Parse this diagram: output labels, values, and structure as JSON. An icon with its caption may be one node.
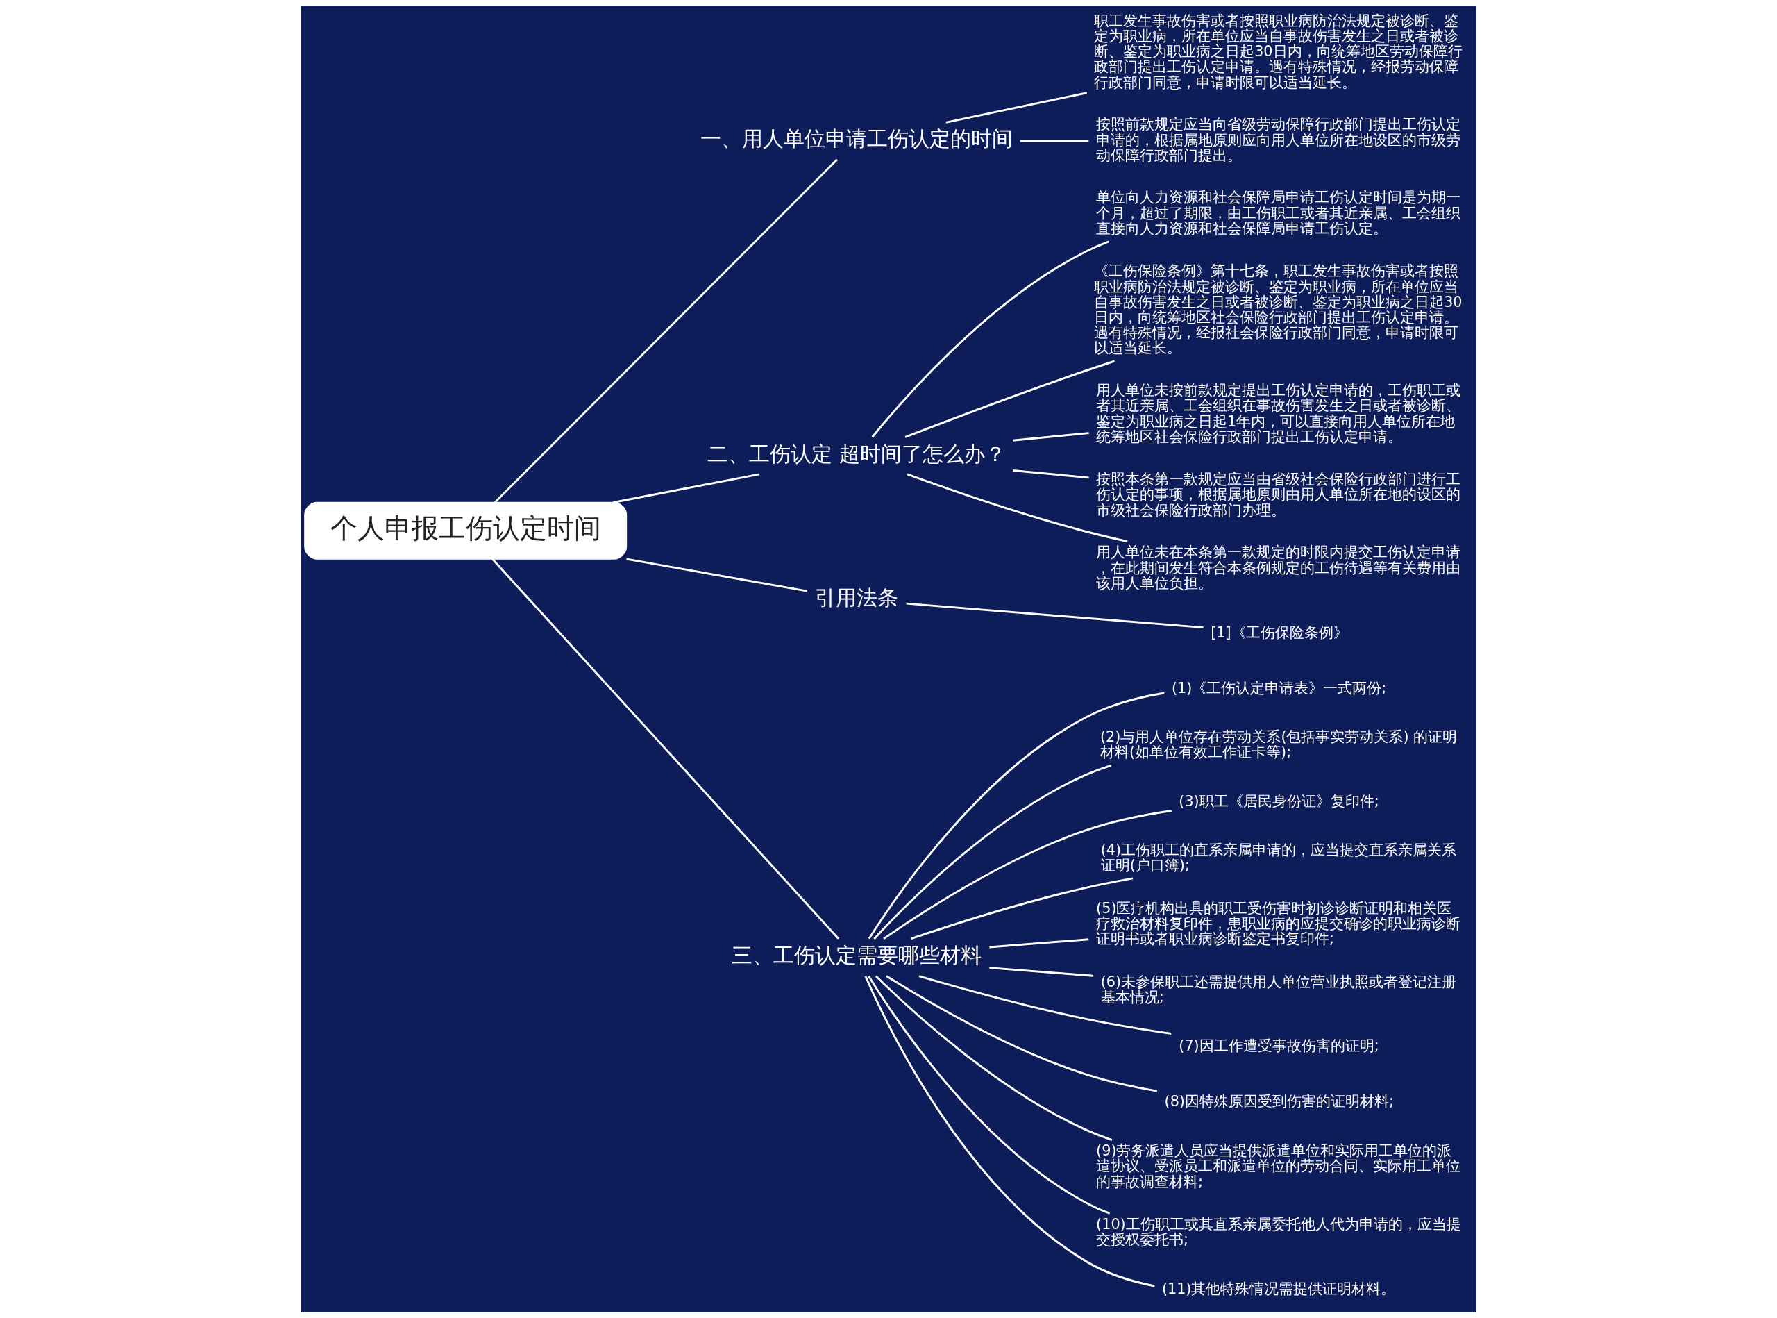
{
  "diagram": {
    "nodes": [
      {
        "text": [
          "个人申报工伤认定时间"
        ]
      },
      {
        "text": [
          "一、用人单位申请工伤认定的时间"
        ]
      },
      {
        "text": [
          "职工发生事故伤害或者按照职业病防治法规定被诊断、鉴定为职业病，所在单位应当自事故伤害发生之日或者被诊断、鉴定为职业病之日起30日内，向统筹地区劳动保障行政部门提出工伤认定申请。遇有特殊情况，经报劳动保障行政部门同意，申请时限可以适当延长。"
        ]
      },
      {
        "text": [
          "按照前款规定应当向省级劳动保障行政部门提出工伤认定申请的，根据属地原则应向用人单位所在地设区的市级劳动保障行政部门提出。"
        ]
      },
      {
        "text": [
          "二、工伤认定 超时间了怎么办？"
        ]
      },
      {
        "text": [
          "单位向人力资源和社会保障局申请工伤认定时间是为期一个月，超过了期限，由工伤职工或者其近亲属、工会组织直接向人力资源和社会保障局申请工伤认定。"
        ]
      },
      {
        "text": [
          "《工伤保险条例》第十七条，职工发生事故伤害或者按照职业病防治法规定被诊断、鉴定为职业病，所在单位应当自事故伤害发生之日或者被诊断、鉴定为职业病之日起30日内，向统筹地区社会保险行政部门提出工伤认定申请。遇有特殊情况，经报社会保险行政部门同意，申请时限可以适当延长。"
        ]
      },
      {
        "text": [
          "用人单位未按前款规定提出工伤认定申请的，工伤职工或者其近亲属、工会组织在事故伤害发生之日或者被诊断、鉴定为职业病之日起1年内，可以直接向用人单位所在地统筹地区社会保险行政部门提出工伤认定申请。"
        ]
      },
      {
        "text": [
          "按照本条第一款规定应当由省级社会保险行政部门进行工伤认定的事项，根据属地原则由用人单位所在地的设区的市级社会保险行政部门办理。"
        ]
      },
      {
        "text": [
          "用人单位未在本条第一款规定的时限内提交工伤认定申请，在此期间发生符合本条例规定的工伤待遇等有关费用由该用人单位负担。"
        ]
      },
      {
        "text": [
          "引用法条"
        ]
      },
      {
        "text": [
          "[1]《工伤保险条例》"
        ]
      },
      {
        "text": [
          "三、工伤认定需要哪些材料"
        ]
      },
      {
        "text": [
          "(1)《工伤认定申请表》一式两份;"
        ]
      },
      {
        "text": [
          "(2)与用人单位存在劳动关系(包括事实劳动关系) 的证明材料(如单位有效工作证卡等);"
        ]
      },
      {
        "text": [
          "(3)职工《居民身份证》复印件;"
        ]
      },
      {
        "text": [
          "(4)工伤职工的直系亲属申请的，应当提交直系亲属关系证明(户口簿);"
        ]
      },
      {
        "text": [
          "(5)医疗机构出具的职工受伤害时初诊诊断证明和相关医疗救治材料复印件，患职业病的应提交确诊的职业病诊断证明书或者职业病诊断鉴定书复印件;"
        ]
      },
      {
        "text": [
          "(6)未参保职工还需提供用人单位营业执照或者登记注册基本情况;"
        ]
      },
      {
        "text": [
          "(7)因工作遭受事故伤害的证明;"
        ]
      },
      {
        "text": [
          "(8)因特殊原因受到伤害的证明材料;"
        ]
      },
      {
        "text": [
          "(9)劳务派遣人员应当提供派遣单位和实际用工单位的派遣协议、受派员工和派遣单位的劳动合同、实际用工单位的事故调查材料;"
        ]
      },
      {
        "text": [
          "(10)工伤职工或其直系亲属委托他人代为申请的，应当提交授权委托书;"
        ]
      },
      {
        "text": [
          "(11)其他特殊情况需提供证明材料。"
        ]
      }
    ],
    "edges": [
      {
        "from": 0,
        "to": 1,
        "arrow": "none"
      },
      {
        "from": 1,
        "to": 2,
        "arrow": "none"
      },
      {
        "from": 1,
        "to": 3,
        "arrow": "none"
      },
      {
        "from": 0,
        "to": 4,
        "arrow": "none"
      },
      {
        "from": 4,
        "to": 5,
        "arrow": "none"
      },
      {
        "from": 4,
        "to": 6,
        "arrow": "none"
      },
      {
        "from": 4,
        "to": 7,
        "arrow": "none"
      },
      {
        "from": 4,
        "to": 8,
        "arrow": "none"
      },
      {
        "from": 4,
        "to": 9,
        "arrow": "none"
      },
      {
        "from": 0,
        "to": 10,
        "arrow": "none"
      },
      {
        "from": 10,
        "to": 11,
        "arrow": "none"
      },
      {
        "from": 0,
        "to": 12,
        "arrow": "none"
      },
      {
        "from": 12,
        "to": 13,
        "arrow": "none"
      },
      {
        "from": 12,
        "to": 14,
        "arrow": "none"
      },
      {
        "from": 12,
        "to": 15,
        "arrow": "none"
      },
      {
        "from": 12,
        "to": 16,
        "arrow": "none"
      },
      {
        "from": 12,
        "to": 17,
        "arrow": "none"
      },
      {
        "from": 12,
        "to": 18,
        "arrow": "none"
      },
      {
        "from": 12,
        "to": 19,
        "arrow": "none"
      },
      {
        "from": 12,
        "to": 20,
        "arrow": "none"
      },
      {
        "from": 12,
        "to": 21,
        "arrow": "none"
      },
      {
        "from": 12,
        "to": 22,
        "arrow": "none"
      },
      {
        "from": 12,
        "to": 23,
        "arrow": "none"
      }
    ]
  }
}
